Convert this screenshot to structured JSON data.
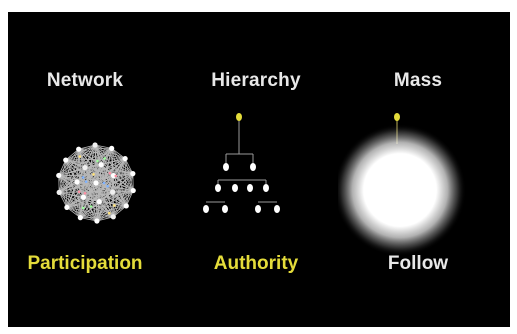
{
  "columns": [
    {
      "heading": "Network",
      "caption": "Participation",
      "caption_color": "#e4dc3a",
      "icon": "network-graph-icon"
    },
    {
      "heading": "Hierarchy",
      "caption": "Authority",
      "caption_color": "#e4dc3a",
      "icon": "hierarchy-tree-icon"
    },
    {
      "heading": "Mass",
      "caption": "Follow",
      "caption_color": "#e8e8e8",
      "icon": "glowing-mass-icon"
    }
  ],
  "colors": {
    "background": "#000000",
    "accent": "#e4dc3a",
    "text": "#e8e8e8"
  }
}
